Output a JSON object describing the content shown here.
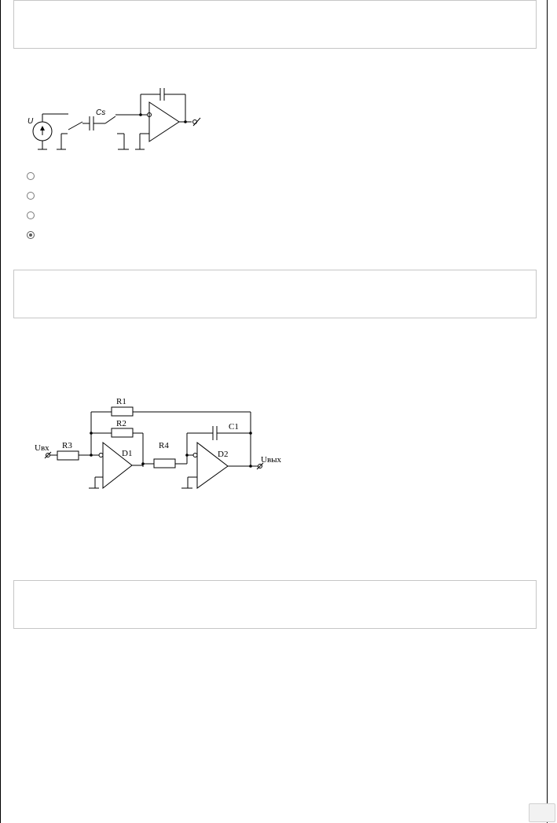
{
  "questions": [
    {
      "id": "q1",
      "text": ""
    },
    {
      "id": "q2",
      "text": ""
    },
    {
      "id": "q3",
      "text": ""
    }
  ],
  "circuit1": {
    "source_label": "U",
    "capacitor_label": "Cs"
  },
  "answers": [
    {
      "label": "",
      "selected": false
    },
    {
      "label": "",
      "selected": false
    },
    {
      "label": "",
      "selected": false
    },
    {
      "label": "",
      "selected": true
    }
  ],
  "circuit2": {
    "r1": "R1",
    "r2": "R2",
    "r3": "R3",
    "r4": "R4",
    "c1": "C1",
    "d1": "D1",
    "d2": "D2",
    "input": "Uвх",
    "output": "Uвых"
  }
}
